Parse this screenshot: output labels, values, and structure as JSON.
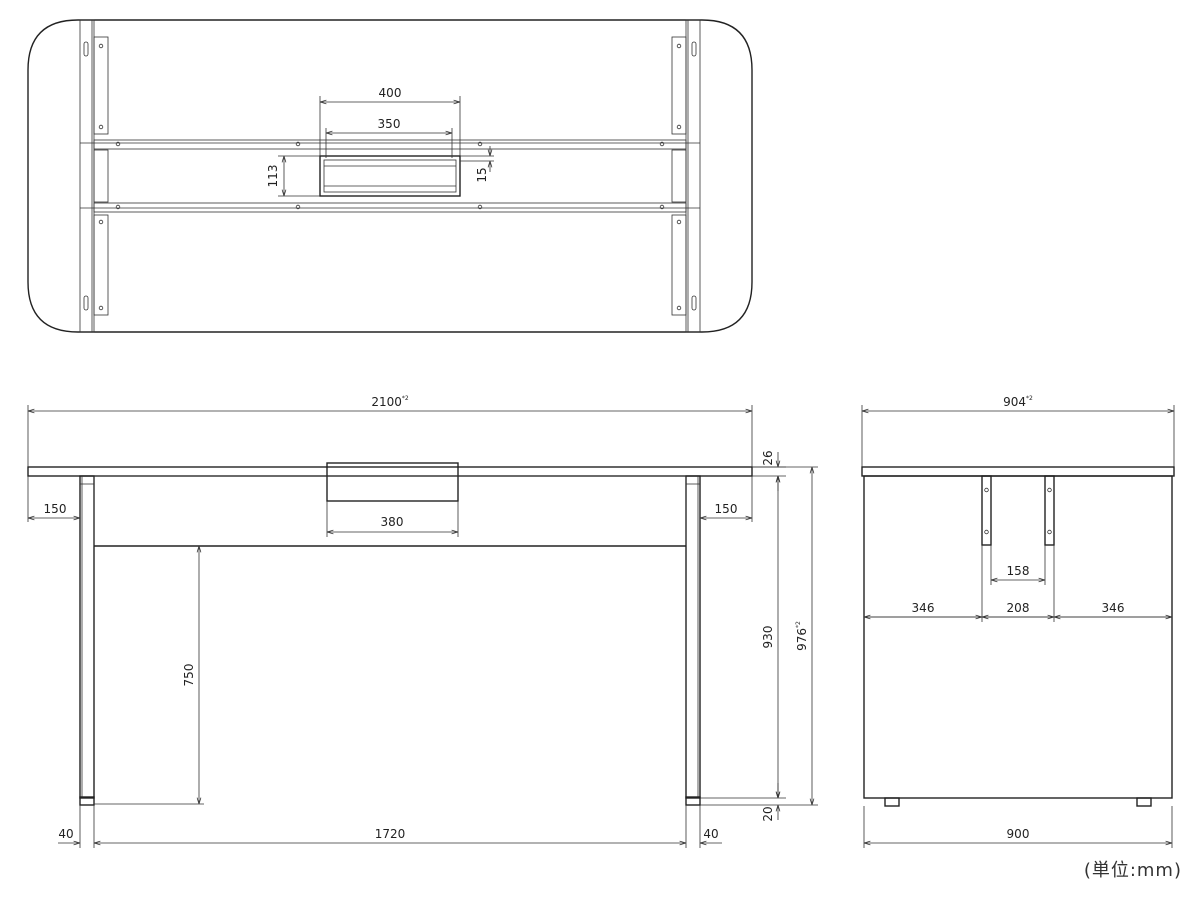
{
  "unit_label": "(単位:mm)",
  "top_view": {
    "dims": {
      "outer_slot": "400",
      "inner_slot": "350",
      "slot_depth": "113",
      "slot_rim": "15"
    }
  },
  "front_view": {
    "dims": {
      "total_width": "2100",
      "total_width_note": "*2",
      "top_thickness": "26",
      "left_overhang": "150",
      "right_overhang": "150",
      "box_width": "380",
      "knee_height": "750",
      "frame_height": "930",
      "total_height": "976",
      "total_height_note": "*2",
      "adjuster": "20",
      "leg_left": "40",
      "leg_span": "1720",
      "leg_right": "40"
    }
  },
  "side_view": {
    "dims": {
      "total_depth": "904",
      "total_depth_note": "*2",
      "bracket_gap": "158",
      "seg_left": "346",
      "seg_mid": "208",
      "seg_right": "346",
      "panel_width": "900"
    }
  }
}
